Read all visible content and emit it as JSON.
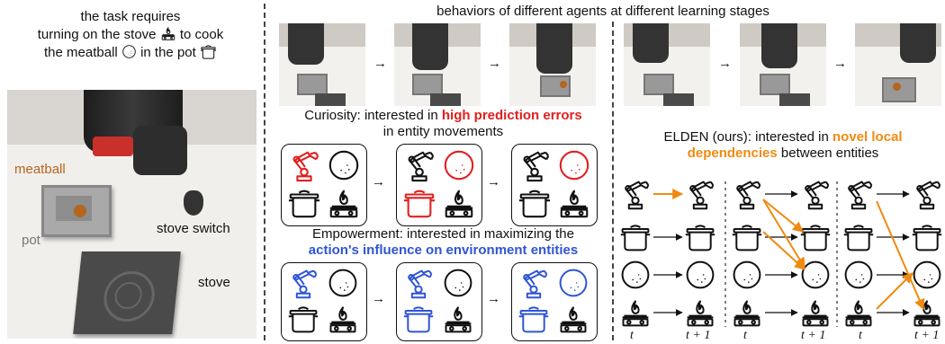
{
  "left": {
    "caption_line1": "the task requires",
    "caption_line2a": "turning on the stove",
    "caption_line2b": "to cook",
    "caption_line3a": "the meatball",
    "caption_line3b": "in the pot",
    "label_meatball": "meatball",
    "label_pot": "pot",
    "label_switch": "stove switch",
    "label_stove": "stove"
  },
  "middle": {
    "header": "behaviors of different agents at different learning stages",
    "curiosity_a": "Curiosity: interested in ",
    "curiosity_b": "high prediction errors",
    "curiosity_c": "in entity movements",
    "empower_a": "Empowerment: interested in maximizing the",
    "empower_b": "action's influence on environment entities"
  },
  "right": {
    "elden_a": "ELDEN (ours): interested in ",
    "elden_b": "novel local",
    "elden_c": "dependencies",
    "elden_d": " between entities",
    "t_labels": [
      "t",
      "t + 1",
      "t",
      "t + 1",
      "t",
      "t + 1"
    ]
  },
  "colors": {
    "red": "#e0201f",
    "blue": "#2f55d4",
    "orange": "#f08a12",
    "meatball": "#b5651d"
  }
}
